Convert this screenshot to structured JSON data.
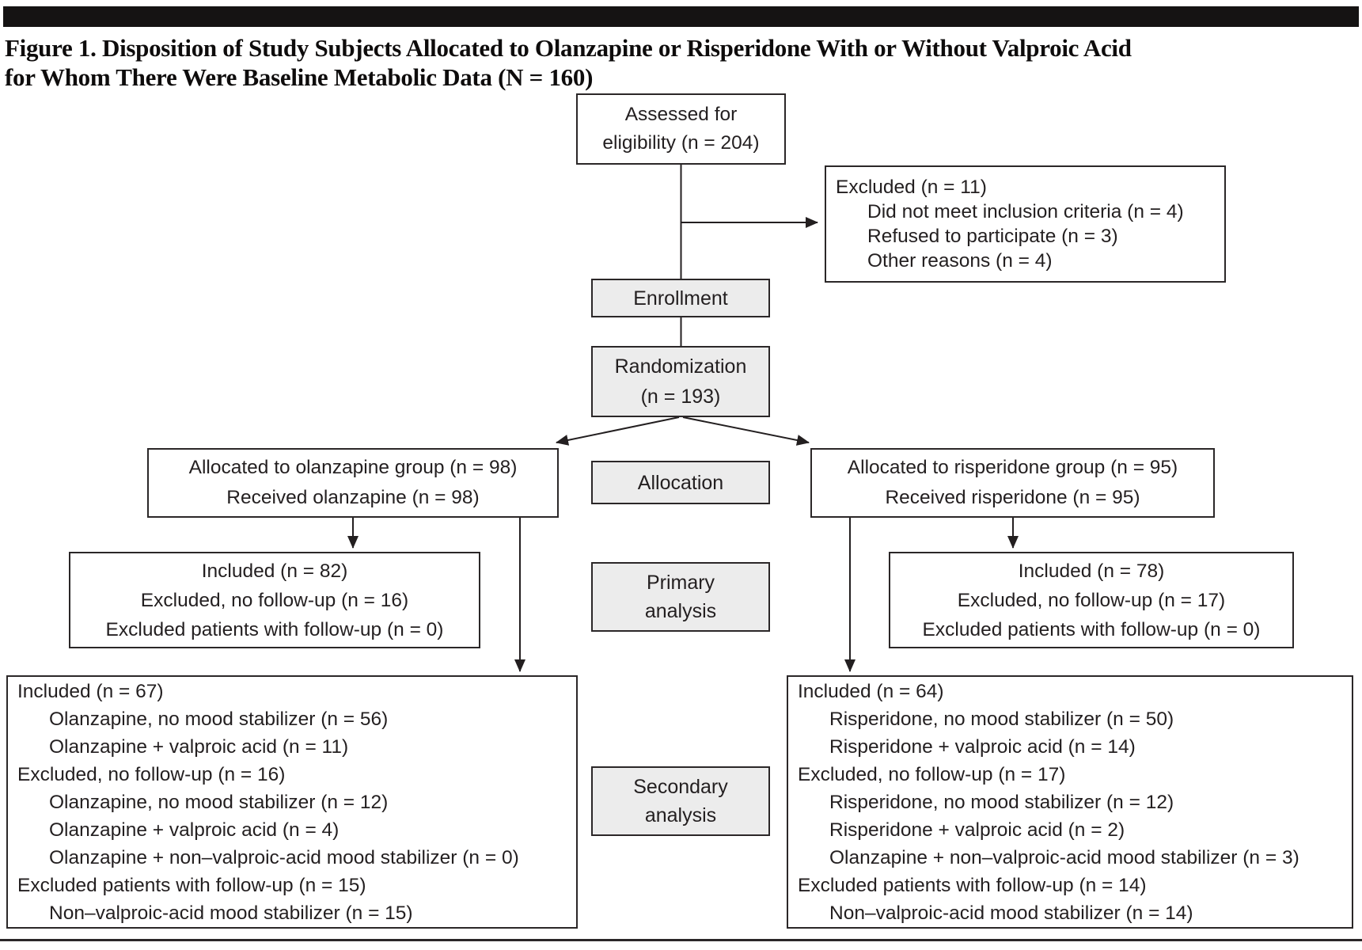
{
  "figure": {
    "title_line1": "Figure 1. Disposition of Study Subjects Allocated to Olanzapine or Risperidone With or Without Valproic Acid",
    "title_line2": "for Whom There Were Baseline Metabolic Data (N = 160)"
  },
  "colors": {
    "text": "#231f20",
    "border": "#2b2728",
    "stage_fill": "#ececec",
    "title_bar": "#151313",
    "rule": "#2b2728"
  },
  "stages": {
    "enrollment": "Enrollment",
    "allocation": "Allocation",
    "primary_line1": "Primary",
    "primary_line2": "analysis",
    "secondary_line1": "Secondary",
    "secondary_line2": "analysis"
  },
  "boxes": {
    "assessed": {
      "lines": [
        "Assessed for",
        "eligibility (n = 204)"
      ]
    },
    "excluded": {
      "lines": [
        "Excluded (n = 11)",
        "Did not meet inclusion criteria (n = 4)",
        "Refused to participate (n = 3)",
        "Other reasons (n = 4)"
      ]
    },
    "randomization": {
      "lines": [
        "Randomization",
        "(n = 193)"
      ]
    },
    "alloc_olanzapine": {
      "lines": [
        "Allocated to olanzapine group (n = 98)",
        "Received olanzapine (n = 98)"
      ]
    },
    "alloc_risperidone": {
      "lines": [
        "Allocated to risperidone group (n = 95)",
        "Received risperidone (n = 95)"
      ]
    },
    "primary_olanzapine": {
      "lines": [
        "Included (n = 82)",
        "Excluded, no follow-up (n = 16)",
        "Excluded patients with follow-up (n = 0)"
      ]
    },
    "primary_risperidone": {
      "lines": [
        "Included (n = 78)",
        "Excluded, no follow-up (n = 17)",
        "Excluded patients with follow-up (n = 0)"
      ]
    },
    "secondary_olanzapine": {
      "lines": [
        "Included (n = 67)",
        "Olanzapine, no mood stabilizer (n = 56)",
        "Olanzapine + valproic acid (n = 11)",
        "Excluded, no follow-up (n = 16)",
        "Olanzapine, no mood stabilizer (n = 12)",
        "Olanzapine + valproic acid (n = 4)",
        "Olanzapine + non–valproic-acid mood stabilizer (n = 0)",
        "Excluded patients with follow-up (n = 15)",
        "Non–valproic-acid mood stabilizer (n = 15)"
      ]
    },
    "secondary_risperidone": {
      "lines": [
        "Included (n = 64)",
        "Risperidone, no mood stabilizer (n = 50)",
        "Risperidone + valproic acid (n = 14)",
        "Excluded, no follow-up (n = 17)",
        "Risperidone, no mood stabilizer (n = 12)",
        "Risperidone + valproic acid (n = 2)",
        "Olanzapine + non–valproic-acid mood stabilizer (n = 3)",
        "Excluded patients with follow-up (n = 14)",
        "Non–valproic-acid mood stabilizer (n = 14)"
      ]
    }
  }
}
